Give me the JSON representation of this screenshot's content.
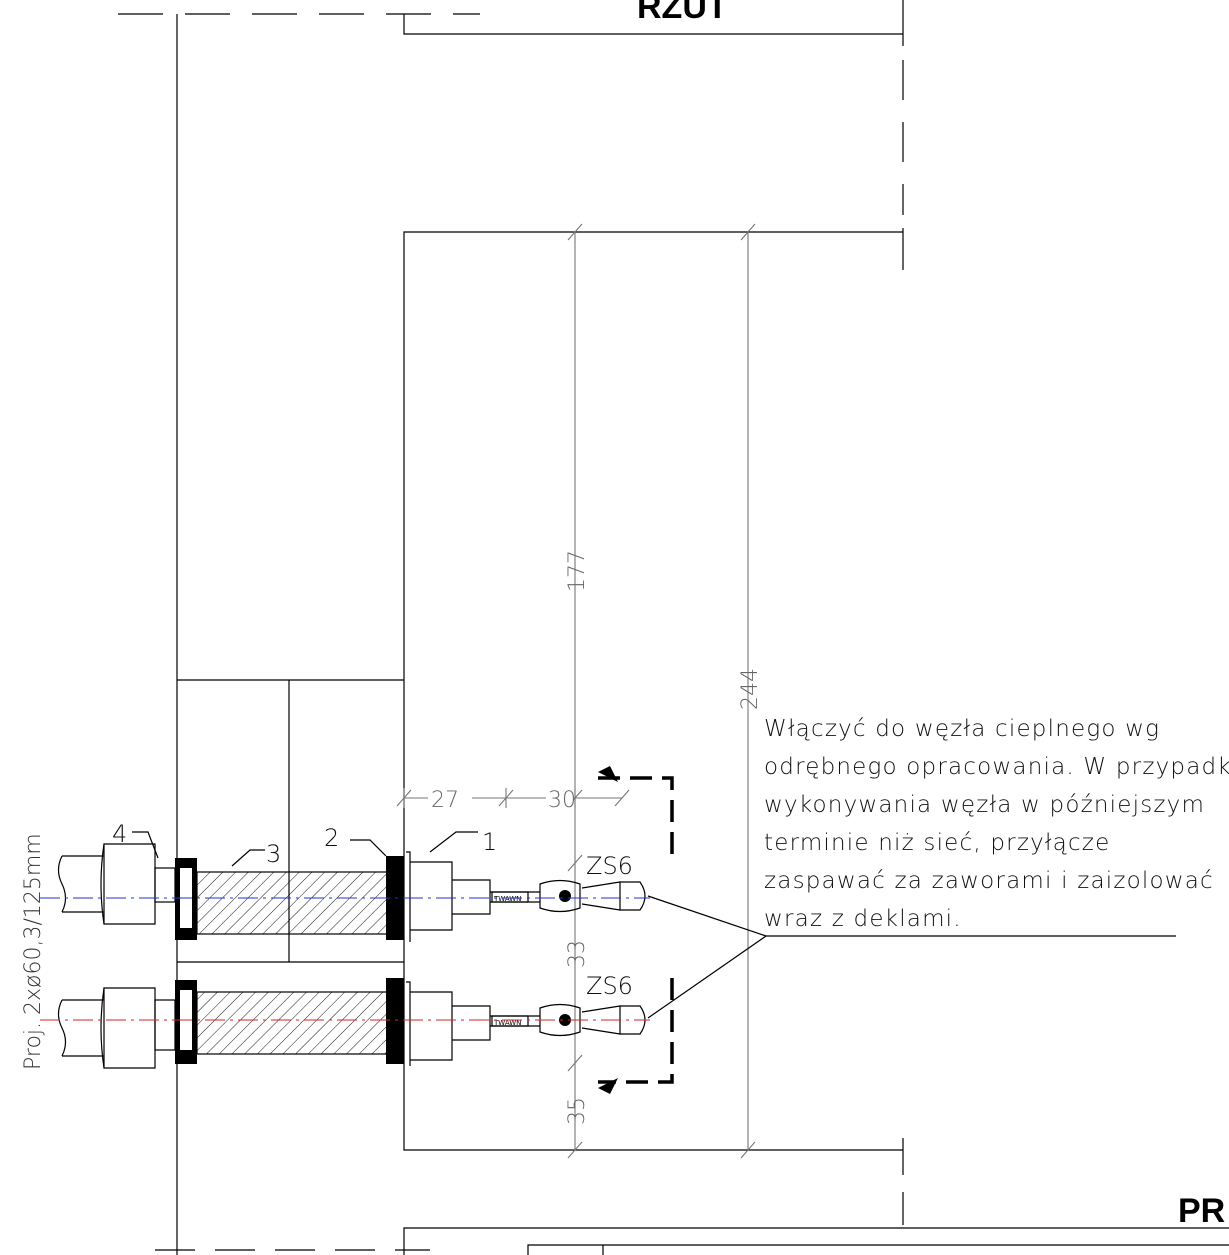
{
  "titles": {
    "top": "RZUT",
    "bottom_right": "PR"
  },
  "dimensions": {
    "d27": "27",
    "d30": "30",
    "d177": "177",
    "d244": "244",
    "d33": "33",
    "d35": "35"
  },
  "labels": {
    "item1": "1",
    "item2": "2",
    "item3": "3",
    "item4": "4",
    "valve_upper": "ZS6",
    "valve_lower": "ZS6",
    "pipe_spec": "Proj. 2xø60,3/125mm",
    "tag_upper": "TWAWN",
    "tag_lower": "TWAWN"
  },
  "note": {
    "lines": [
      "Włączyć do węzła cieplnego wg",
      "odrębnego opracowania. W przypadku",
      "wykonywania węzła w późniejszym",
      "terminie niż sieć, przyłącze",
      "zaspawać za zaworami i zaizolować",
      "wraz z deklami."
    ]
  },
  "colors": {
    "supply_axis": "#2233cc",
    "return_axis": "#dd2222"
  }
}
